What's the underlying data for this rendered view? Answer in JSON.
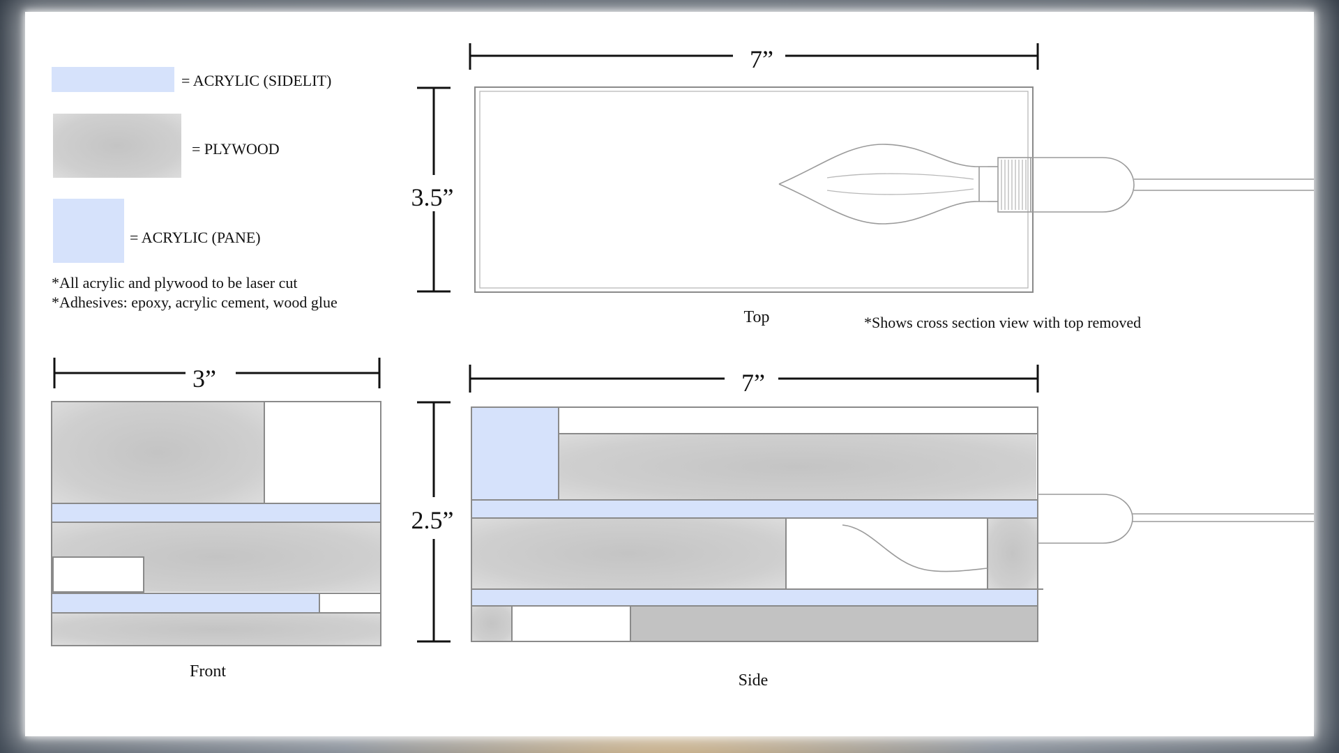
{
  "legend": {
    "items": [
      {
        "label": "= ACRYLIC (SIDELIT)",
        "color": "#d6e2fb"
      },
      {
        "label": "= PLYWOOD",
        "color": "#c9c9c9"
      },
      {
        "label": "= ACRYLIC (PANE)",
        "color": "#d6e2fb"
      }
    ],
    "notes": [
      "*All acrylic and plywood to be laser cut",
      "*Adhesives: epoxy, acrylic cement, wood glue"
    ]
  },
  "top_view": {
    "width_dim": "7”",
    "height_dim": "3.5”",
    "caption": "Top",
    "note": "*Shows cross section view with top removed"
  },
  "front_view": {
    "width_dim": "3”",
    "caption": "Front"
  },
  "side_view": {
    "width_dim": "7”",
    "height_dim": "2.5”",
    "caption": "Side"
  }
}
